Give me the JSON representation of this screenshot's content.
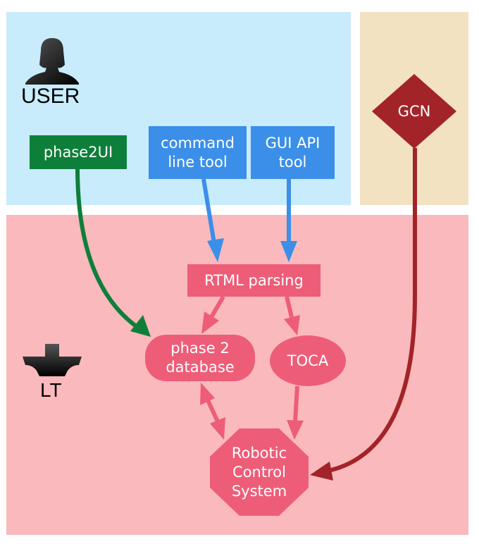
{
  "regions": {
    "user_label": "USER",
    "lt_label": "LT"
  },
  "nodes": {
    "phase2ui": "phase2UI",
    "command_line_tool": "command\nline tool",
    "gui_api_tool": "GUI API\ntool",
    "gcn": "GCN",
    "rtml_parsing": "RTML parsing",
    "phase2_database": "phase 2\ndatabase",
    "toca": "TOCA",
    "robotic_control_system": "Robotic\nControl\nSystem"
  },
  "colors": {
    "user_region": "#c8ecfb",
    "gcn_region": "#f2e2c2",
    "lt_region": "#fab9bc",
    "green": "#0e7f3a",
    "blue": "#3b8fe8",
    "pink": "#ee5d78",
    "dark_red": "#a22428"
  },
  "icons": {
    "user": "user-silhouette-icon",
    "lt": "telescope-icon"
  }
}
